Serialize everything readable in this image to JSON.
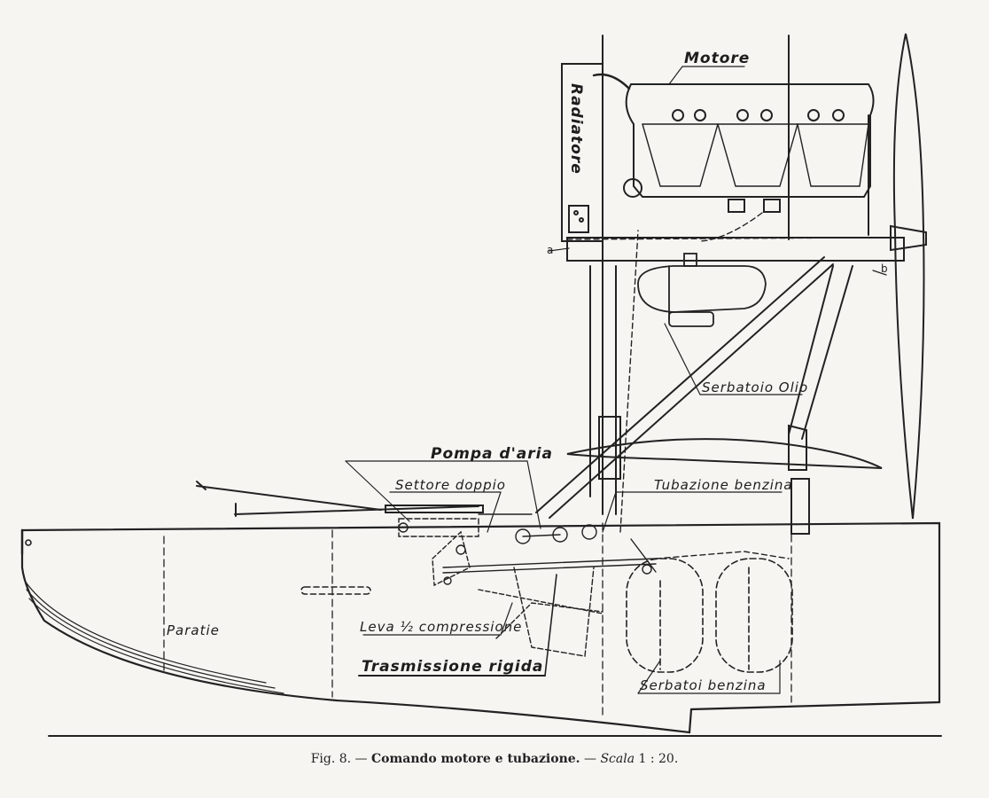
{
  "labels": {
    "motore": "Motore",
    "radiatore": "Radiatore",
    "serbatoio_olio": "Serbatoio Olio",
    "pompa_aria": "Pompa d'aria",
    "settore_doppio": "Settore doppio",
    "tubazione_benzina": "Tubazione benzina",
    "paratie": "Paratie",
    "leva": "Leva ½ compressione",
    "trasmissione_rigida": "Trasmissione rigida",
    "serbatoi_benzina": "Serbatoi benzina",
    "marker_a": "a",
    "marker_b": "b"
  },
  "caption": {
    "fig": "Fig. 8.",
    "dash1": " — ",
    "title": "Comando motore e tubazione.",
    "dash2": " — ",
    "scale_word": "Scala",
    "scale_value": " 1 : 20."
  }
}
